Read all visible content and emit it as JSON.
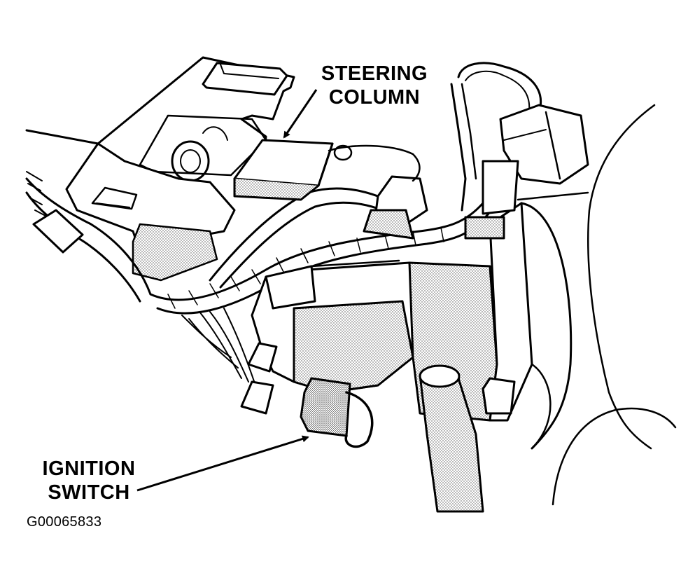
{
  "labels": {
    "steering_column": {
      "line1": "STEERING",
      "line2": "COLUMN"
    },
    "ignition_switch": {
      "line1": "IGNITION",
      "line2": "SWITCH"
    }
  },
  "figure_id": "G00065833",
  "colors": {
    "ink": "#000000",
    "paper": "#ffffff",
    "stipple": "#9a9a9a"
  }
}
